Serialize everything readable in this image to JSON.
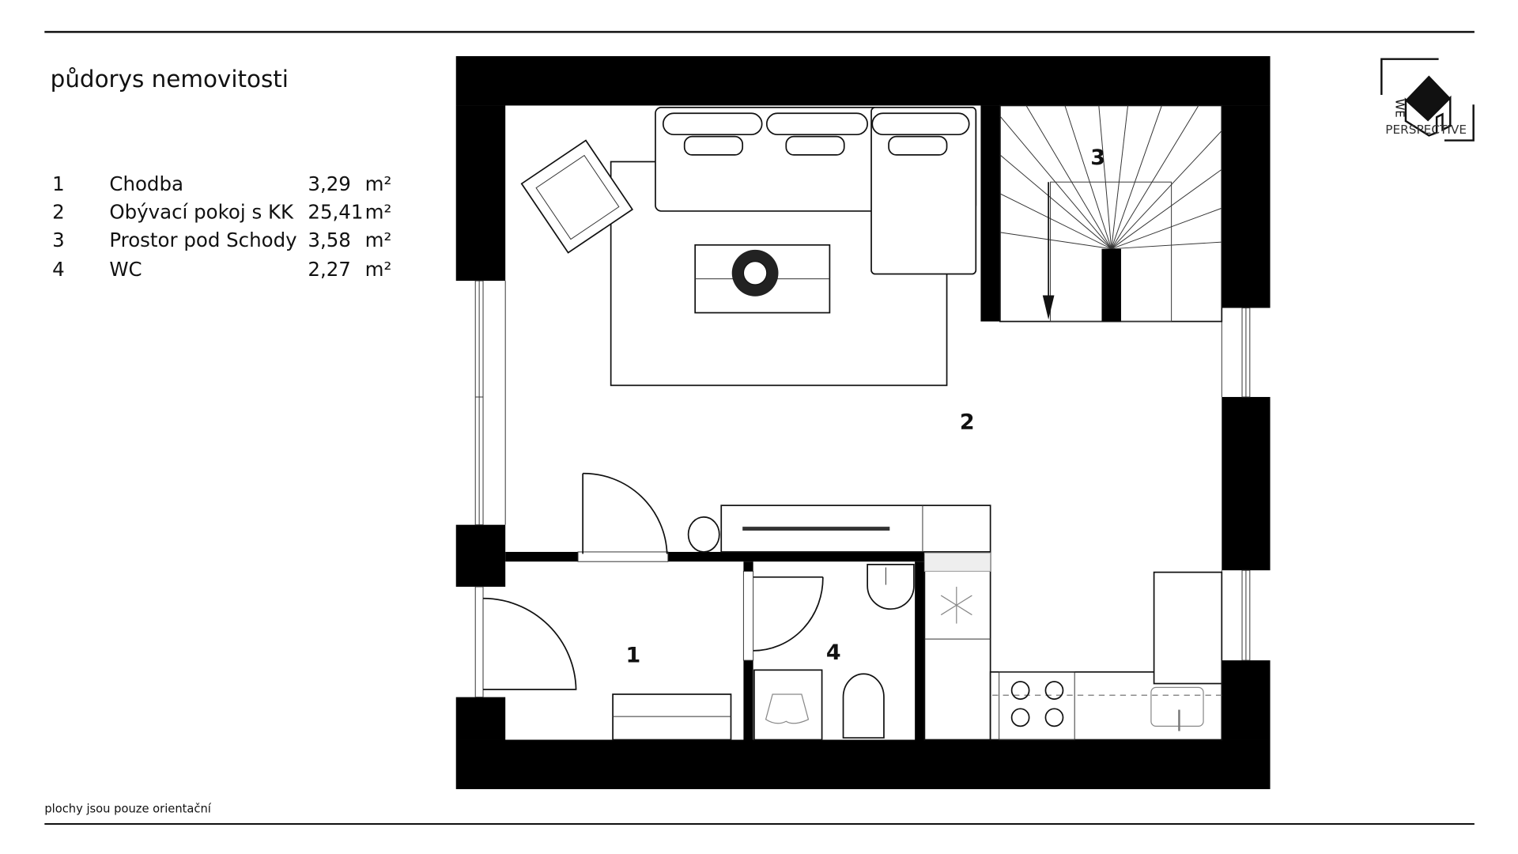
{
  "header": {
    "title": "půdorys nemovitosti"
  },
  "rooms": [
    {
      "number": "1",
      "name": "Chodba",
      "area": "3,29",
      "unit": "m²"
    },
    {
      "number": "2",
      "name": "Obývací pokoj s KK",
      "area": "25,41",
      "unit": "m²"
    },
    {
      "number": "3",
      "name": "Prostor pod Schody",
      "area": "3,58",
      "unit": "m²"
    },
    {
      "number": "4",
      "name": "WC",
      "area": "2,27",
      "unit": "m²"
    }
  ],
  "plan_labels": {
    "room1": "1",
    "room2": "2",
    "room3": "3",
    "room4": "4"
  },
  "footer": {
    "note": "plochy jsou pouze orientační"
  },
  "logo": {
    "line1": "WE",
    "line2": "PERSPECTIVE"
  }
}
